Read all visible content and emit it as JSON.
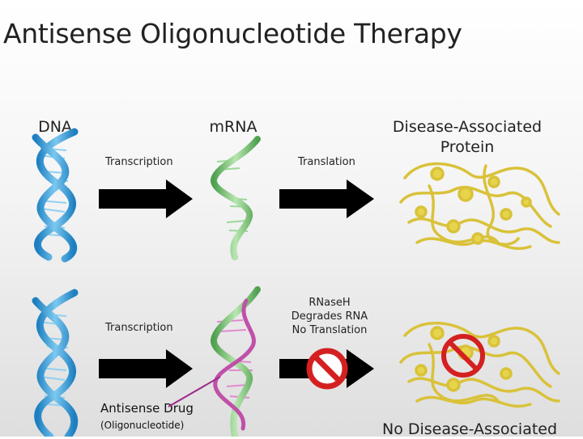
{
  "title": "Antisense Oligonucleotide Therapy",
  "headers": {
    "dna": "DNA",
    "mrna": "mRNA",
    "protein_line1": "Disease-Associated",
    "protein_line2": "Protein"
  },
  "top_row": {
    "arrow1_label": "Transcription",
    "arrow2_label": "Translation"
  },
  "bottom_row": {
    "arrow1_label": "Transcription",
    "rnaseh_line1": "RNaseH",
    "rnaseh_line2": "Degrades RNA",
    "rnaseh_line3": "No Translation",
    "drug_line1": "Antisense Drug",
    "drug_line2": "(Oligonucleotide)",
    "result_label": "No Disease-Associated"
  },
  "colors": {
    "dna": "#3a9fd8",
    "mrna": "#7cc47c",
    "antisense": "#c050a8",
    "protein": "#d9c23a",
    "prohibit": "#d42020",
    "arrow": "#000000"
  },
  "icons": [
    "prohibited-icon",
    "prohibited-icon"
  ]
}
